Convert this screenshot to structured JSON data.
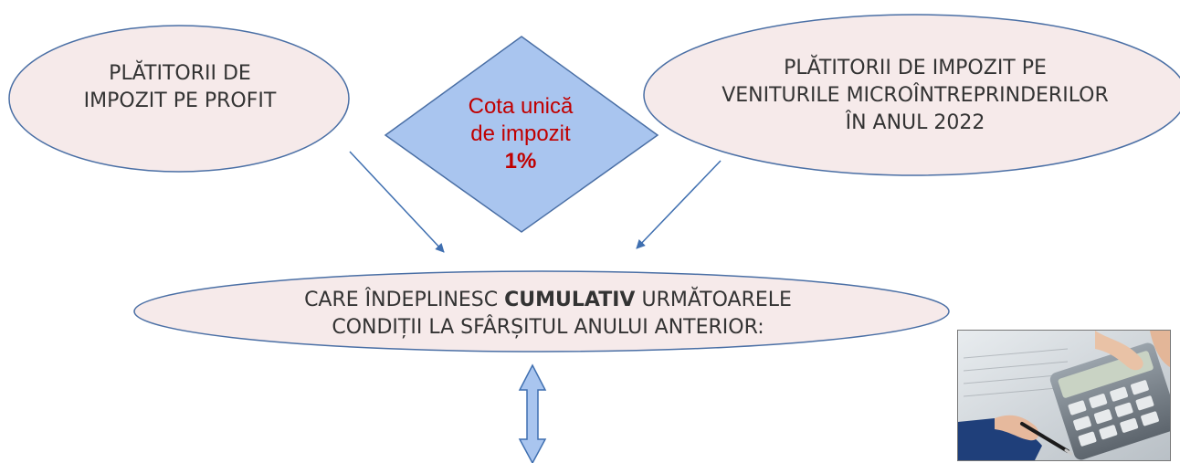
{
  "left_ellipse": {
    "line1": "PLĂTITORII DE",
    "line2": "IMPOZIT PE PROFIT"
  },
  "right_ellipse": {
    "line1": "PLĂTITORII DE IMPOZIT PE",
    "line2": "VENITURILE MICROÎNTREPRINDERILOR",
    "line3": "ÎN ANUL 2022"
  },
  "diamond": {
    "line1": "Cota unică",
    "line2": "de impozit",
    "line3": "1%"
  },
  "center_ellipse": {
    "line1_pre": "CARE ÎNDEPLINESC ",
    "line1_bold": "CUMULATIV",
    "line1_post": " URMĂTOARELE",
    "line2": "CONDIȚII LA SFÂRȘITUL ANULUI ANTERIOR:"
  },
  "colors": {
    "ellipse_fill": "#f6eaea",
    "ellipse_stroke": "#4a6fa5",
    "diamond_fill": "#a9c5ef",
    "arrow": "#3f6fb0",
    "highlight_text": "#c00000"
  },
  "icons": {
    "photo": "calculator-hand-photo"
  }
}
